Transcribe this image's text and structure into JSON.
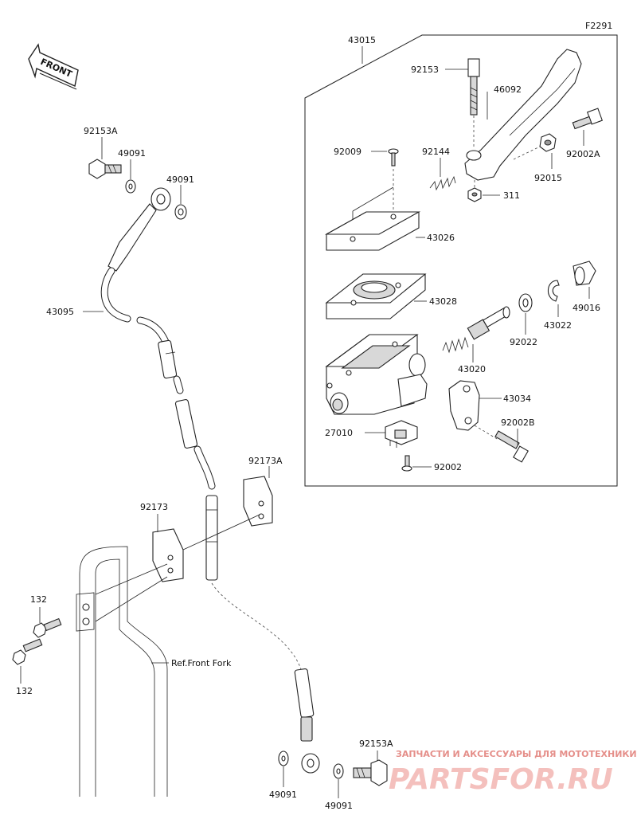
{
  "figure_code": "F2291",
  "front_label": "FRONT",
  "ref_label": "Ref.Front Fork",
  "parts": {
    "p43015": "43015",
    "p92153_top": "92153",
    "p46092": "46092",
    "p92002A": "92002A",
    "p92015": "92015",
    "p311": "311",
    "p92009": "92009",
    "p92144": "92144",
    "p43026": "43026",
    "p43028": "43028",
    "p43020": "43020",
    "p92022": "92022",
    "p43022": "43022",
    "p49016": "49016",
    "p43034": "43034",
    "p92002B": "92002B",
    "p27010": "27010",
    "p92002": "92002",
    "p92153A_left": "92153A",
    "p49091_a": "49091",
    "p49091_b": "49091",
    "p43095": "43095",
    "p92173A": "92173A",
    "p92173": "92173",
    "p132_a": "132",
    "p132_b": "132",
    "p92153A_bottom": "92153A",
    "p49091_c": "49091",
    "p49091_d": "49091"
  },
  "watermark": {
    "subtitle": "ЗАПЧАСТИ И АКСЕССУАРЫ ДЛЯ МОТОТЕХНИКИ",
    "brand": "PARTSFOR.RU"
  }
}
